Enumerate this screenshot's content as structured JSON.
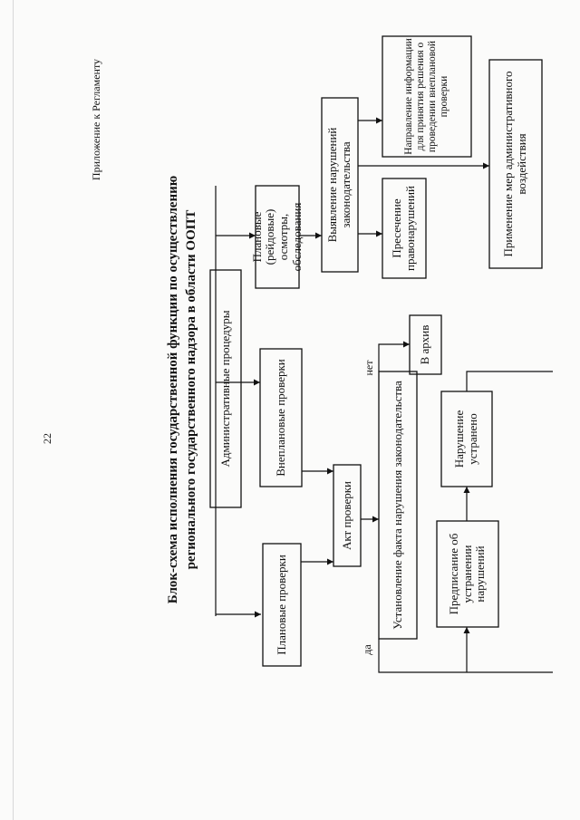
{
  "page_number": "22",
  "appendix_label": "Приложение к Регламенту",
  "title_line1": "Блок-схема исполнения государственной функции по осуществлению",
  "title_line2": "регионального государственного надзора в области ООПТ",
  "boxes": {
    "admin_procedures": "Административные процедуры",
    "planned_inspections": "Плановые проверки",
    "unscheduled_inspections": "Внеплановые проверки",
    "raid_inspections": "Плановые (рейдовые) осмотры, обследования",
    "inspection_act": "Акт проверки",
    "violation_detection": "Выявление нарушений законодательства",
    "offense_suppression": "Пресечение правонарушений",
    "info_direction": "Направление информации для принятия решения о проведении внеплановой проверки",
    "admin_measures": "Применение мер административного воздействия",
    "violation_fact": "Установление факта нарушения законодательства",
    "to_archive": "В архив",
    "violation_eliminated": "Нарушение устранено",
    "elimination_order": "Предписание об устранении нарушений"
  },
  "labels": {
    "no": "нет",
    "yes": "да"
  }
}
